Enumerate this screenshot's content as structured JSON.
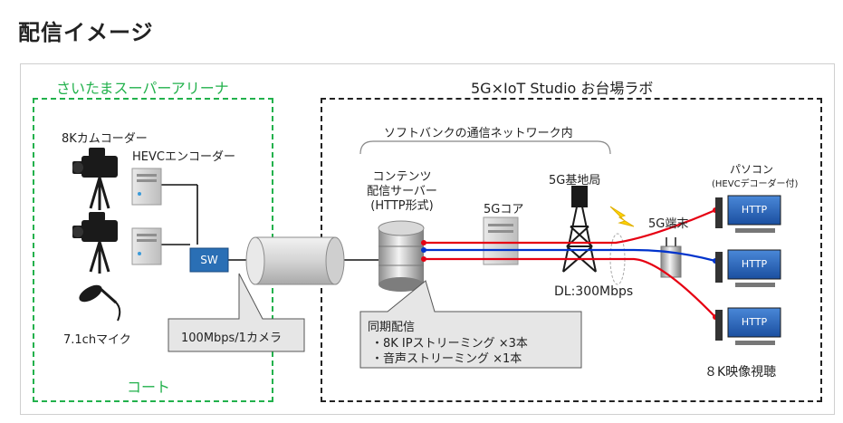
{
  "title": "配信イメージ",
  "left_region": {
    "title": "さいたまスーパーアリーナ",
    "footer": "コート",
    "camera_label": "8Kカムコーダー",
    "encoder_label": "HEVCエンコーダー",
    "mic_label": "7.1chマイク",
    "switch_label": "SW",
    "callout": "100Mbps/1カメラ"
  },
  "right_region": {
    "title": "5G×IoT Studio お台場ラボ",
    "network_label": "ソフトバンクの通信ネットワーク内",
    "server_label_1": "コンテンツ",
    "server_label_2": "配信サーバー",
    "server_label_3": "(HTTP形式)",
    "core_label": "5Gコア",
    "base_station_label": "5G基地局",
    "terminal_label": "5G端末",
    "pc_label": "パソコン",
    "pc_sublabel": "(HEVCデコーダー付)",
    "pc_screen_label": "HTTP",
    "downlink": "DL:300Mbps",
    "view_label": "８K映像視聴",
    "callout_title": "同期配信",
    "callout_line1": "・8K IPストリーミング ×3本",
    "callout_line2": "・音声ストリーミング ×1本"
  },
  "colors": {
    "green_dashed": "#22b14c",
    "stream_red": "#e60012",
    "stream_blue": "#0033cc",
    "switch_blue": "#2a6fb5"
  }
}
